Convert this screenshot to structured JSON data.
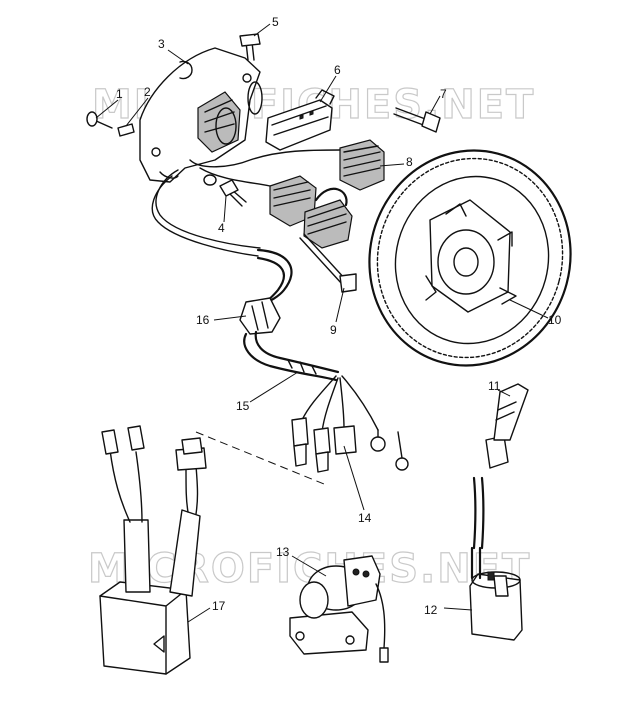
{
  "watermark": "MICROFICHES.NET",
  "callouts": {
    "c1": "1",
    "c2": "2",
    "c3": "3",
    "c4": "4",
    "c5": "5",
    "c6": "6",
    "c7": "7",
    "c8": "8",
    "c9": "9",
    "c10": "10",
    "c11": "11",
    "c12": "12",
    "c13": "13",
    "c14": "14",
    "c15": "15",
    "c16": "16",
    "c17": "17"
  }
}
